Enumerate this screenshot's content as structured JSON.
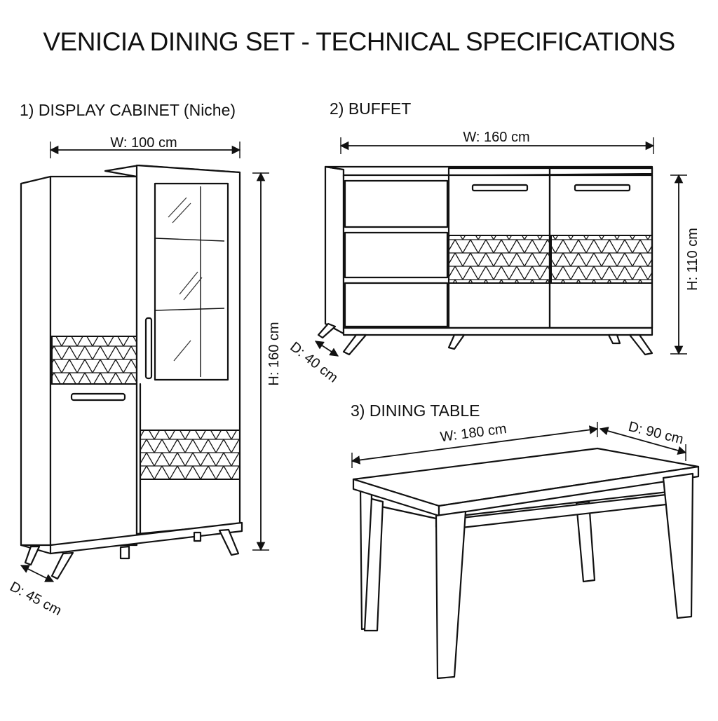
{
  "title": "VENICIA DINING SET - TECHNICAL SPECIFICATIONS",
  "items": [
    {
      "label": "1) DISPLAY CABINET (Niche)",
      "width": "W: 100 cm",
      "height": "H: 160 cm",
      "depth": "D: 45 cm"
    },
    {
      "label": "2) BUFFET",
      "width": "W: 160 cm",
      "height": "H: 110 cm",
      "depth": "D: 40 cm"
    },
    {
      "label": "3) DINING TABLE",
      "width": "W: 180 cm",
      "depth": "D: 90 cm"
    }
  ],
  "colors": {
    "line": "#111111",
    "background": "#ffffff"
  }
}
